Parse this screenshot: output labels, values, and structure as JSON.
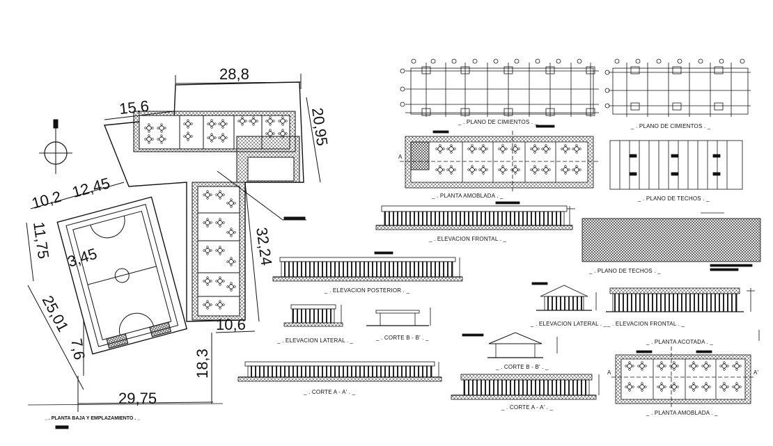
{
  "dimensions": {
    "top_width": "28,8",
    "left_wing": "15,6",
    "right_depth": "20,95",
    "court_top_a": "10,2",
    "court_top_b": "12,45",
    "court_side": "11,75",
    "court_diag": "3,45",
    "court_left": "25,01",
    "court_left_b": "7,6",
    "wing_length": "32,24",
    "wing_bottom": "10,6",
    "vertical": "18,3",
    "bottom_width": "29,75"
  },
  "labels": {
    "site_plan": "_ . PLANTA BAJA Y EMPLAZAMIENTO . _",
    "foundation_1": "_ . PLANO DE CIMIENTOS . _",
    "foundation_2": "_ . PLANO DE CIMIENTOS . _",
    "furnished_1": "_ . PLANTA AMOBLADA . _",
    "roof_1": "_ . PLANO DE TECHOS . _",
    "roof_2": "_ . PLANO DE TECHOS . _",
    "front_elev_1": "_ . ELEVACION FRONTAL . _",
    "rear_elev": "_ . ELEVACION POSTERIOR . _",
    "side_elev_1": "_ . ELEVACION LATERAL . _",
    "section_b_1": "_ . CORTE B - B' . _",
    "section_a_1": "_ . CORTE A - A' . _",
    "side_elev_2": "_ . ELEVACION LATERAL . _",
    "front_elev_2": "_ . ELEVACION FRONTAL . _",
    "dimensioned_plan": "_ . PLANTA ACOTADA . _",
    "section_b_2": "_ . CORTE B - B' . _",
    "section_a_2": "_ . CORTE A - A' . _",
    "furnished_2": "_ . PLANTA AMOBLADA . _",
    "cut_a": "A",
    "cut_a_prime": "A'"
  }
}
